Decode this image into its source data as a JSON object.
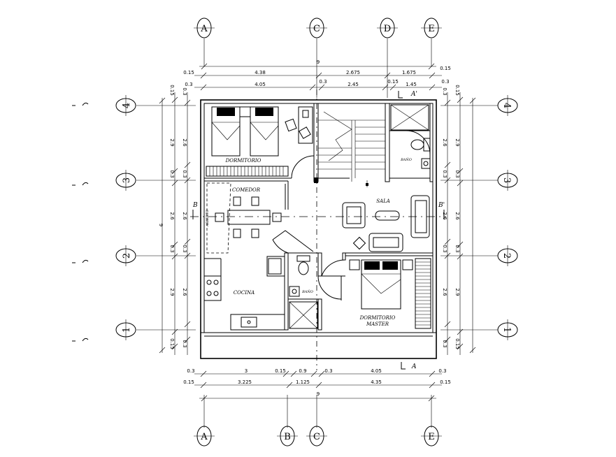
{
  "axes_top": [
    "A",
    "C",
    "D",
    "E"
  ],
  "axes_bottom": [
    "A",
    "B",
    "C",
    "E"
  ],
  "axes_left": [
    "4",
    "3",
    "2",
    "1"
  ],
  "axes_right": [
    "4",
    "3",
    "2",
    "1"
  ],
  "dims_top_total": "9",
  "dims_top_row1": [
    "0.15",
    "4.38",
    "2.675",
    "1.675",
    "0.15"
  ],
  "dims_top_row2": [
    "0.3",
    "4.05",
    "0.3",
    "2.45",
    "0.15",
    "1.45",
    "0.3"
  ],
  "dims_bottom_row1": [
    "0.3",
    "3",
    "0.15",
    "0.9",
    "0.3",
    "4.05",
    "0.3"
  ],
  "dims_bottom_row2": [
    "0.15",
    "3.225",
    "1.125",
    "4.35",
    "0.15"
  ],
  "dims_bottom_total": "9",
  "dims_left_total": "9",
  "dims_side_outer": [
    "0.15",
    "2.9",
    "0.3",
    "2.6",
    "0.3",
    "2.9",
    "0.15"
  ],
  "dims_side_inner": [
    "0.3",
    "2.6",
    "0.3",
    "2.6",
    "0.3",
    "2.6",
    "0.3"
  ],
  "section_marks": [
    "A'",
    "A",
    "B",
    "B'"
  ],
  "rooms": {
    "dormitorio": "DORMITORIO",
    "comedor": "COMEDOR",
    "sala": "SALA",
    "bano1": "BAÑO",
    "bano2": "BAÑO",
    "cocina": "COCINA",
    "master1": "DORMITORIO",
    "master2": "MASTER",
    "abierto": "ABIERTO"
  }
}
